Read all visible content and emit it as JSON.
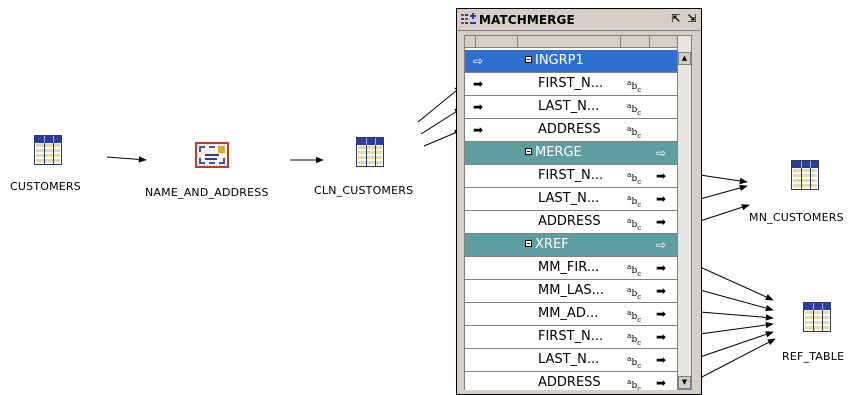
{
  "diagram": {
    "nodes": {
      "customers": {
        "label": "CUSTOMERS",
        "icon": "table-icon"
      },
      "name_and_address": {
        "label": "NAME_AND_ADDRESS",
        "icon": "name-address-operator-icon"
      },
      "cln_customers": {
        "label": "CLN_CUSTOMERS",
        "icon": "table-icon"
      },
      "mn_customers": {
        "label": "MN_CUSTOMERS",
        "icon": "table-icon"
      },
      "ref_table": {
        "label": "REF_TABLE",
        "icon": "table-icon"
      }
    },
    "matchmerge": {
      "title": "MATCHMERGE",
      "rows": [
        {
          "kind": "group",
          "group": "ingrp",
          "label": "INGRP1",
          "type": "",
          "in": true,
          "out": false
        },
        {
          "kind": "attr",
          "label": "FIRST_N...",
          "type": "abc",
          "in": true,
          "out": false
        },
        {
          "kind": "attr",
          "label": "LAST_N...",
          "type": "abc",
          "in": true,
          "out": false
        },
        {
          "kind": "attr",
          "label": "ADDRESS",
          "type": "abc",
          "in": true,
          "out": false
        },
        {
          "kind": "group",
          "group": "merge",
          "label": "MERGE",
          "type": "",
          "in": false,
          "out": true
        },
        {
          "kind": "attr",
          "label": "FIRST_N...",
          "type": "abc",
          "in": false,
          "out": true
        },
        {
          "kind": "attr",
          "label": "LAST_N...",
          "type": "abc",
          "in": false,
          "out": true
        },
        {
          "kind": "attr",
          "label": "ADDRESS",
          "type": "abc",
          "in": false,
          "out": true
        },
        {
          "kind": "group",
          "group": "xref",
          "label": "XREF",
          "type": "",
          "in": false,
          "out": true
        },
        {
          "kind": "attr",
          "label": "MM_FIR...",
          "type": "abc",
          "in": false,
          "out": true
        },
        {
          "kind": "attr",
          "label": "MM_LAS...",
          "type": "abc",
          "in": false,
          "out": true
        },
        {
          "kind": "attr",
          "label": "MM_AD...",
          "type": "abc",
          "in": false,
          "out": true
        },
        {
          "kind": "attr",
          "label": "FIRST_N...",
          "type": "abc",
          "in": false,
          "out": true
        },
        {
          "kind": "attr",
          "label": "LAST_N...",
          "type": "abc",
          "in": false,
          "out": true
        },
        {
          "kind": "attr",
          "label": "ADDRESS",
          "type": "abc",
          "in": false,
          "out": true
        }
      ]
    },
    "colors": {
      "ingrp_bg": "#2e6fcf",
      "group_bg": "#5e9ea0",
      "table_header": "#2b3c9a",
      "table_cells": "#e7d9a6",
      "envelope_border": "#c63a2c"
    }
  }
}
